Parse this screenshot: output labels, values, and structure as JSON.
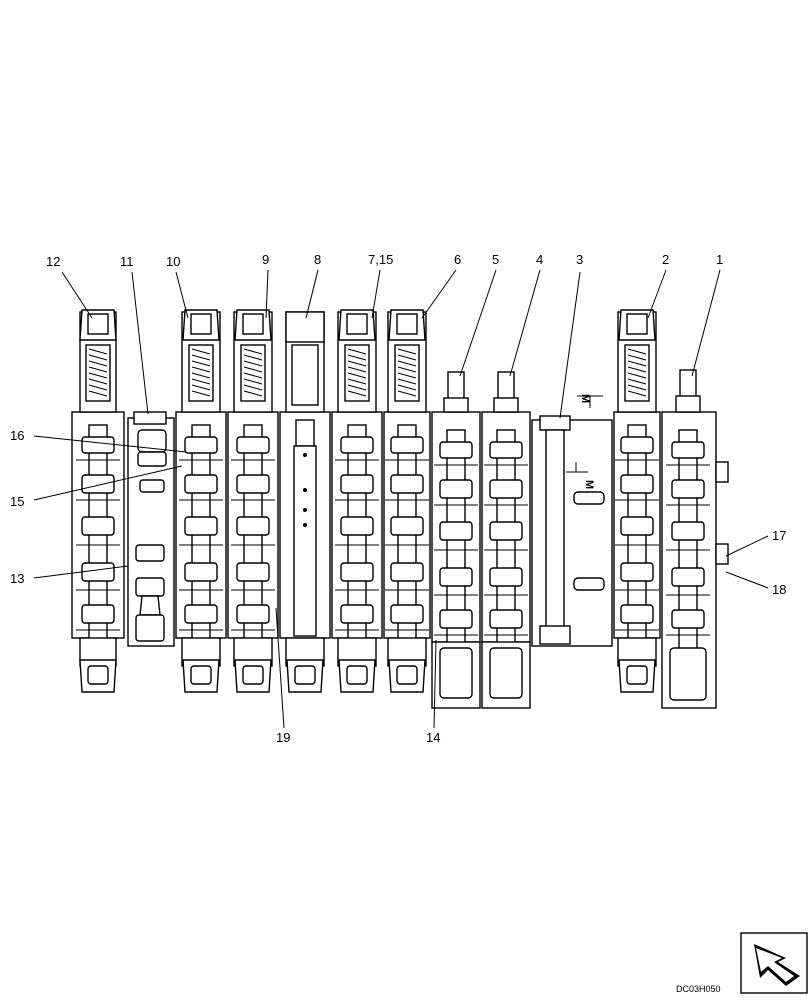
{
  "callouts": [
    {
      "id": "c12",
      "text": "12"
    },
    {
      "id": "c11",
      "text": "11"
    },
    {
      "id": "c10",
      "text": "10"
    },
    {
      "id": "c9",
      "text": "9"
    },
    {
      "id": "c8",
      "text": "8"
    },
    {
      "id": "c715",
      "text": "7,15"
    },
    {
      "id": "c6",
      "text": "6"
    },
    {
      "id": "c5",
      "text": "5"
    },
    {
      "id": "c4",
      "text": "4"
    },
    {
      "id": "c3",
      "text": "3"
    },
    {
      "id": "c2",
      "text": "2"
    },
    {
      "id": "c1",
      "text": "1"
    },
    {
      "id": "c16",
      "text": "16"
    },
    {
      "id": "c15",
      "text": "15"
    },
    {
      "id": "c13",
      "text": "13"
    },
    {
      "id": "c17",
      "text": "17"
    },
    {
      "id": "c18",
      "text": "18"
    },
    {
      "id": "c19",
      "text": "19"
    },
    {
      "id": "c14",
      "text": "14"
    }
  ],
  "section_marks": {
    "top": "M",
    "bottom": "M"
  },
  "drawing_code": "DC03H050",
  "nav_icon": "arrow-navigation-icon"
}
